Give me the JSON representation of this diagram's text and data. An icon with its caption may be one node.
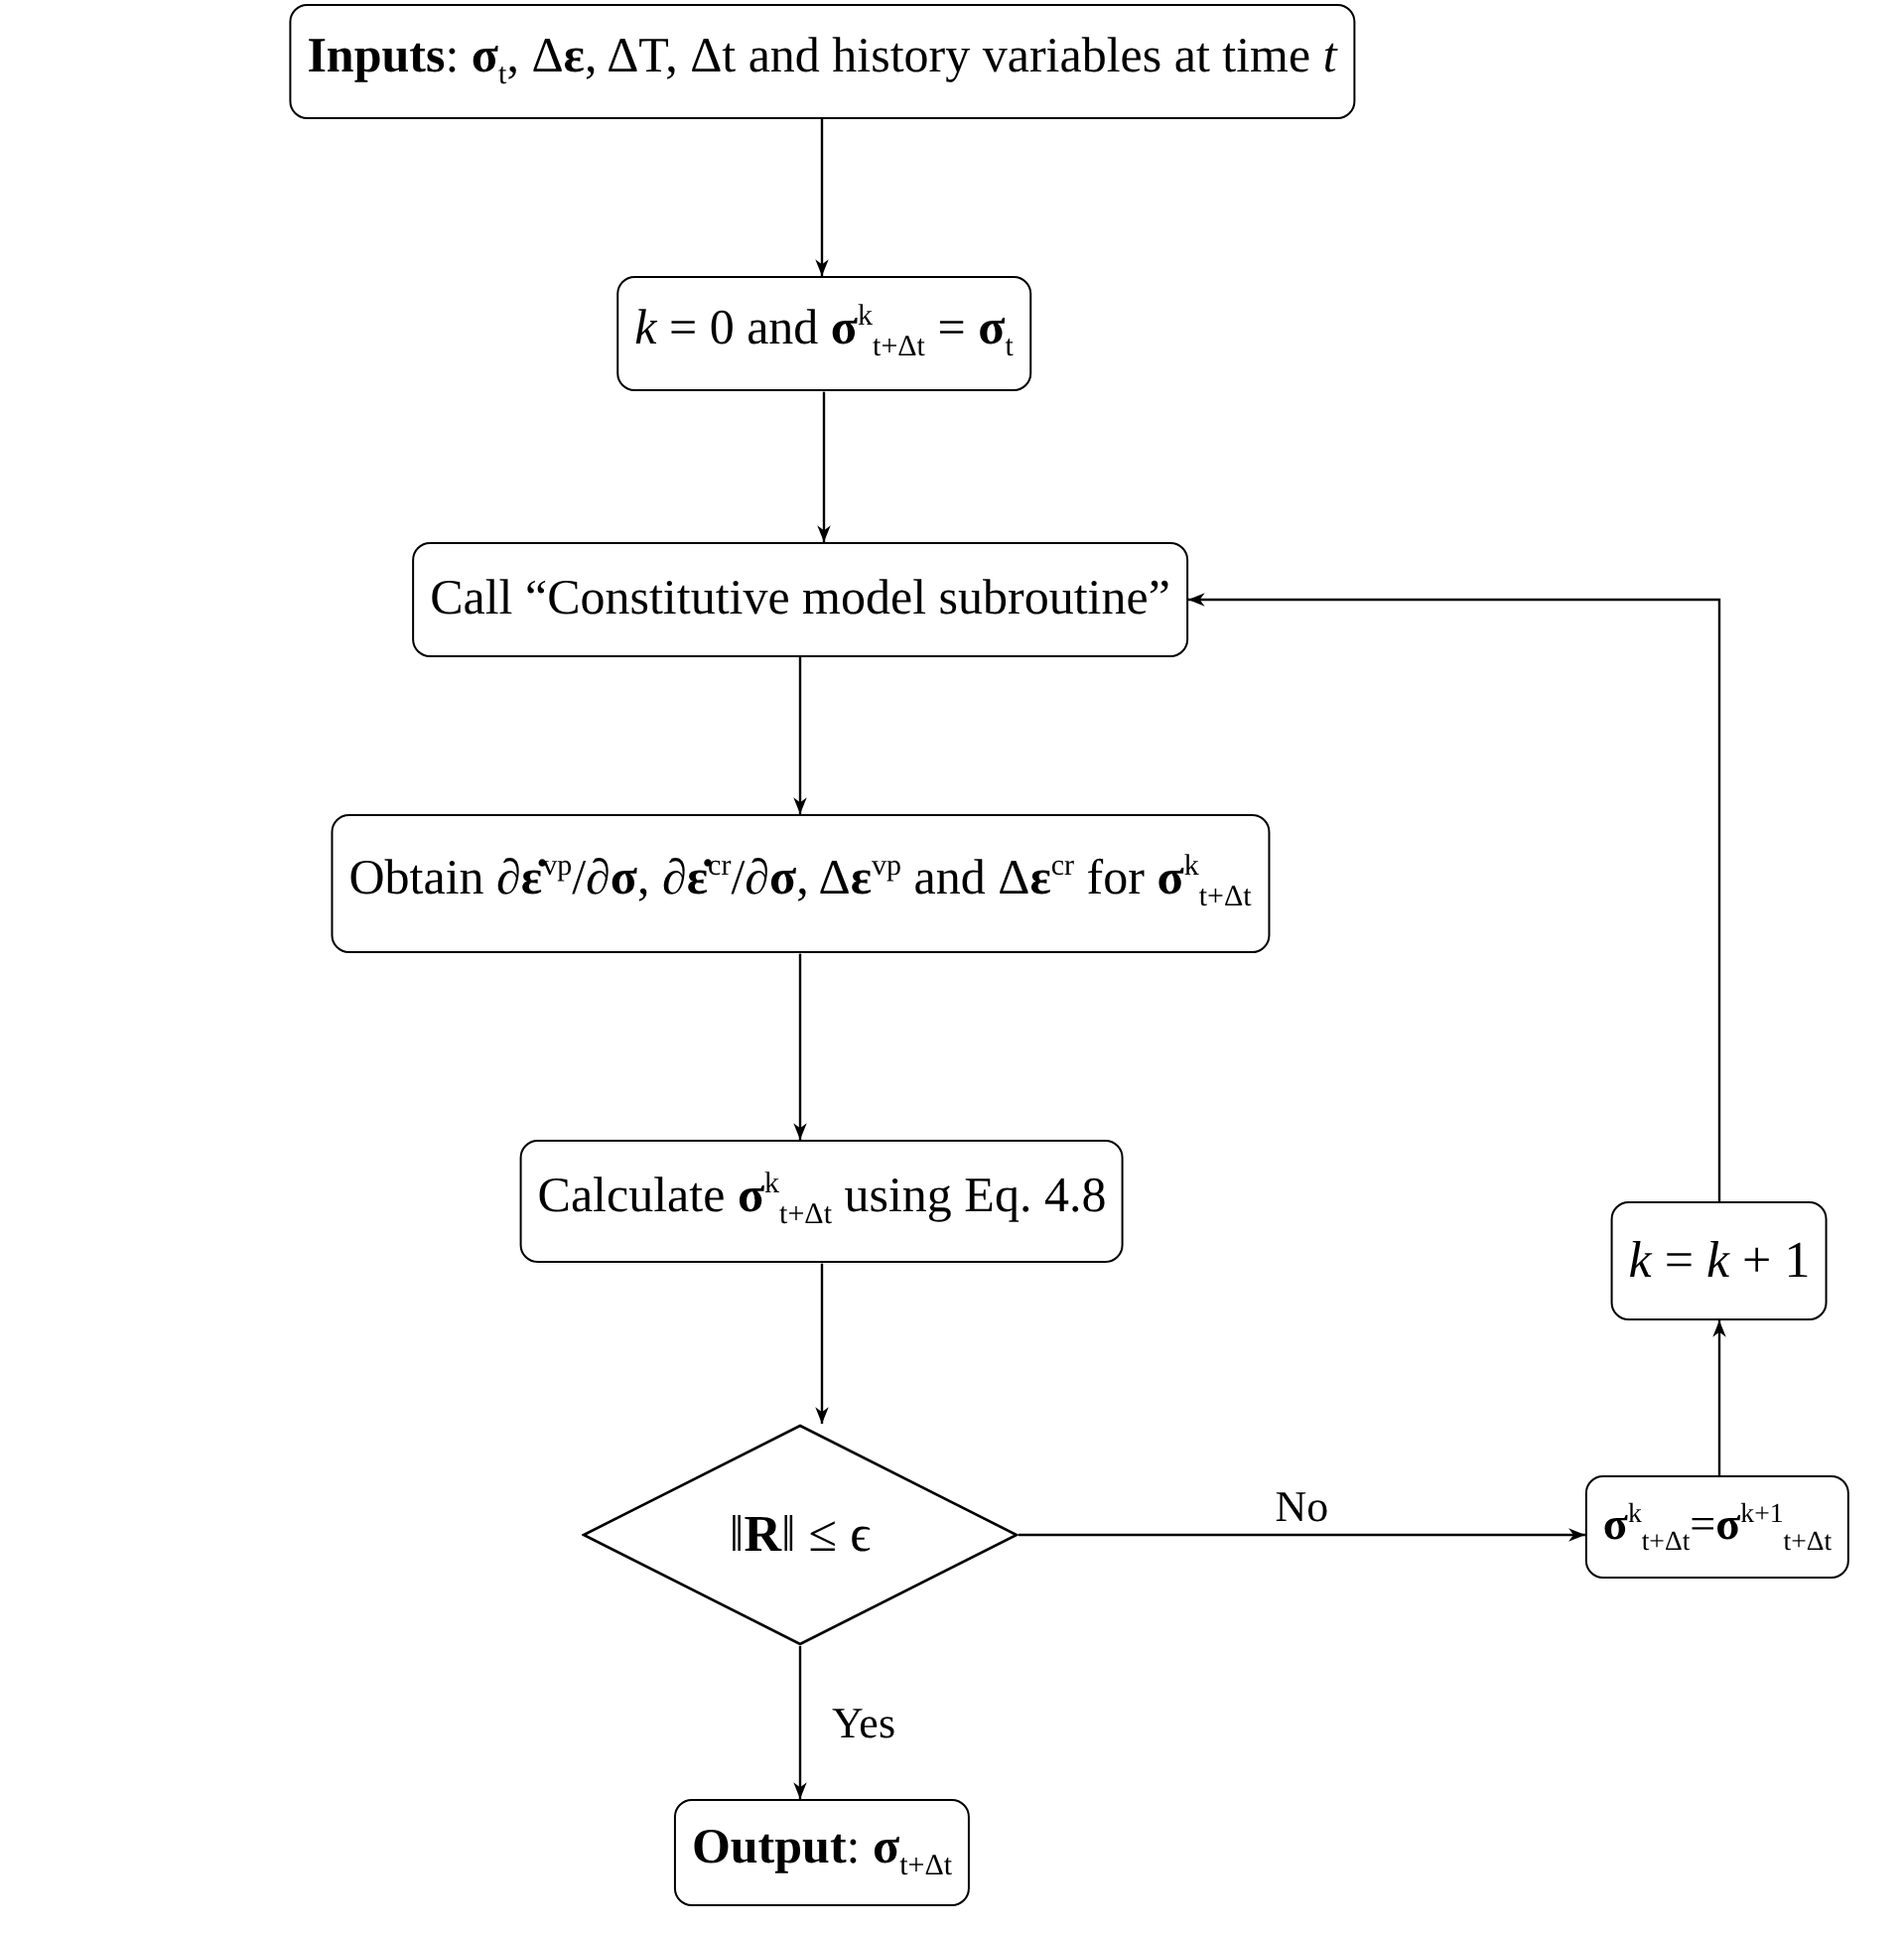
{
  "diagram": {
    "nodes": [
      {
        "text": [
          "**Inputs**: **σ**$_{t}$, Δ**ε**, ΔT, Δt and history variables at time *t*"
        ]
      },
      {
        "text": [
          "*k* = 0 and **σ**$^{k}$$_{t+Δt}$ = **σ**$_{t}$"
        ]
      },
      {
        "text": [
          "Call “Constitutive model subroutine”"
        ]
      },
      {
        "text": [
          "Obtain ∂**ε̇**$^{vp}$/∂**σ**, ∂**ε̇**$^{cr}$/∂**σ**, Δ**ε**$^{vp}$ and Δ**ε**$^{cr}$ for **σ**$^{k}$$_{t+Δt}$"
        ]
      },
      {
        "text": [
          "Calculate **σ**$^{k}$$_{t+Δt}$ using Eq. 4.8"
        ]
      },
      {
        "text": [
          "‖**R**‖ ≤ ϵ"
        ]
      },
      {
        "text": [
          "**σ**$^{k}$$_{t+Δt}$=**σ**$^{k+1}$$_{t+Δt}$"
        ]
      },
      {
        "text": [
          "*k* = *k* + 1"
        ]
      },
      {
        "text": [
          "**Output**: **σ**$_{t+Δt}$"
        ]
      }
    ],
    "edges": [
      {
        "from": 0,
        "to": 1,
        "arrow": "to"
      },
      {
        "from": 1,
        "to": 2,
        "arrow": "to"
      },
      {
        "from": 2,
        "to": 3,
        "arrow": "to"
      },
      {
        "from": 3,
        "to": 4,
        "arrow": "to"
      },
      {
        "from": 4,
        "to": 5,
        "arrow": "to"
      },
      {
        "from": 5,
        "to": 6,
        "label": "No",
        "arrow": "to"
      },
      {
        "from": 6,
        "to": 7,
        "arrow": "to"
      },
      {
        "from": 7,
        "to": 2,
        "arrow": "to"
      },
      {
        "from": 5,
        "to": 8,
        "label": "Yes",
        "arrow": "to"
      }
    ]
  }
}
